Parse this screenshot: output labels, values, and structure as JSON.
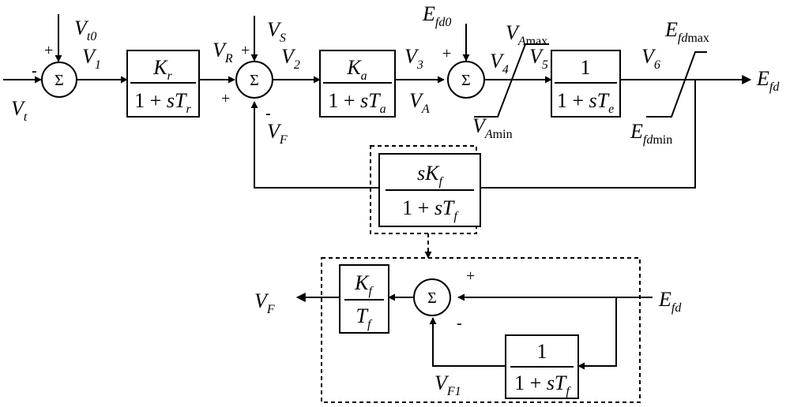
{
  "sum_symbol": "Σ",
  "signals": {
    "Vt": {
      "base": "V",
      "sub": "t"
    },
    "Vt0": {
      "base": "V",
      "sub": "t0"
    },
    "V1": {
      "base": "V",
      "sub": "1"
    },
    "VR": {
      "base": "V",
      "sub": "R"
    },
    "VS": {
      "base": "V",
      "sub": "S"
    },
    "V2": {
      "base": "V",
      "sub": "2"
    },
    "V3": {
      "base": "V",
      "sub": "3"
    },
    "VA": {
      "base": "V",
      "sub": "A"
    },
    "Efd0": {
      "base": "E",
      "sub": "fd0"
    },
    "V4": {
      "base": "V",
      "sub": "4"
    },
    "V5": {
      "base": "V",
      "sub": "5"
    },
    "VAmax": {
      "base": "V",
      "sub": "A",
      "sub2": "max"
    },
    "VAmin": {
      "base": "V",
      "sub": "A",
      "sub2": "min"
    },
    "V6": {
      "base": "V",
      "sub": "6"
    },
    "Efdmax": {
      "base": "E",
      "sub": "fd",
      "sub2": "max"
    },
    "Efdmin": {
      "base": "E",
      "sub": "fd",
      "sub2": "min"
    },
    "Efd_out": {
      "base": "E",
      "sub": "fd"
    },
    "VF_top": {
      "base": "V",
      "sub": "F"
    },
    "VF_out": {
      "base": "V",
      "sub": "F"
    },
    "Efd_in": {
      "base": "E",
      "sub": "fd"
    },
    "VF1": {
      "base": "V",
      "sub": "F1"
    }
  },
  "signs": {
    "s1_plus": "+",
    "s1_minus": "-",
    "s2_plus_top": "+",
    "s2_plus_left": "+",
    "s2_minus": "-",
    "s3_plus": "+",
    "s4_plus": "+",
    "s4_minus": "-"
  },
  "blocks": {
    "Kr": {
      "num_base": "K",
      "num_sub": "r",
      "den_pre": "1 + ",
      "den_base": "sT",
      "den_sub": "r"
    },
    "Ka": {
      "num_base": "K",
      "num_sub": "a",
      "den_pre": "1 + ",
      "den_base": "sT",
      "den_sub": "a"
    },
    "Te": {
      "num_base": "1",
      "num_sub": "",
      "den_pre": "1 + ",
      "den_base": "sT",
      "den_sub": "e"
    },
    "Tf_feedback": {
      "num_base": "sK",
      "num_sub": "f",
      "den_pre": "1 + ",
      "den_base": "sT",
      "den_sub": "f"
    },
    "KfTf": {
      "num_base": "K",
      "num_sub": "f",
      "den_pre": "",
      "den_base": "T",
      "den_sub": "f"
    },
    "Tf_inner": {
      "num_base": "1",
      "num_sub": "",
      "den_pre": "1 + ",
      "den_base": "sT",
      "den_sub": "f"
    }
  }
}
